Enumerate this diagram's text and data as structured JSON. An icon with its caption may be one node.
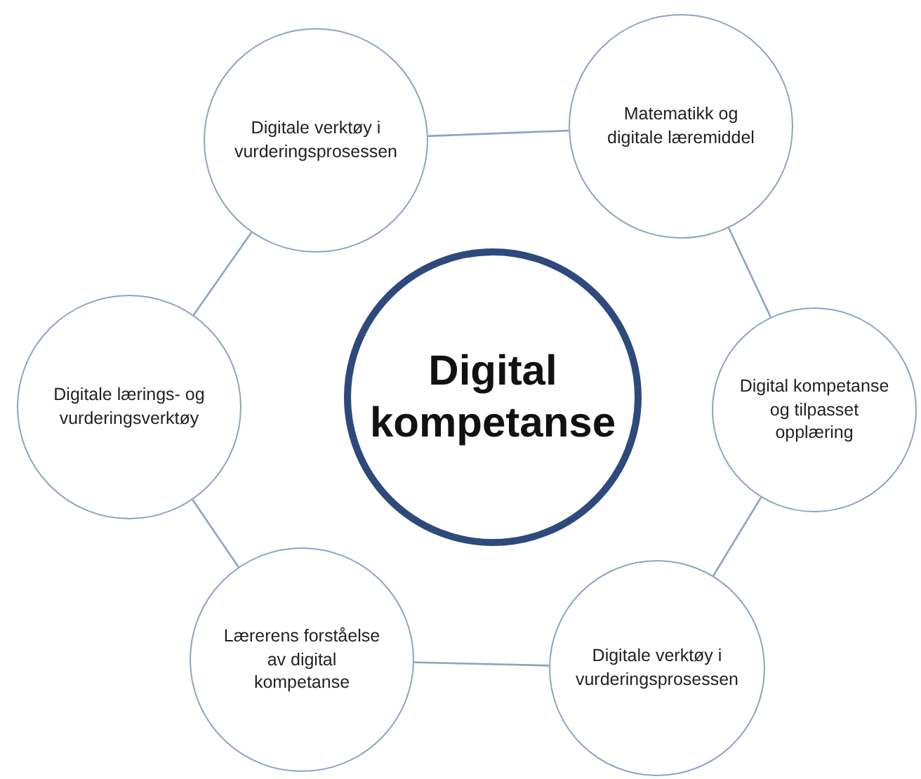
{
  "diagram": {
    "nodes": [
      {
        "text": [
          "Digitale verktøy i vurderingsprosessen"
        ]
      },
      {
        "text": [
          "Matematikk og digitale læremiddel"
        ]
      },
      {
        "text": [
          "Digital kompetanse"
        ]
      },
      {
        "text": [
          "Digitale lærings- og vurderingsverktøy"
        ]
      },
      {
        "text": [
          "Digital kompetanse og tilpasset opplæring"
        ]
      },
      {
        "text": [
          "Lærerens forståelse av digital kompetanse"
        ]
      },
      {
        "text": [
          "Digitale verktøy i vurderingsprosessen"
        ]
      }
    ],
    "edges": [
      {
        "from": 0,
        "to": 1,
        "arrow": "none"
      },
      {
        "from": 1,
        "to": 4,
        "arrow": "none"
      },
      {
        "from": 4,
        "to": 6,
        "arrow": "none"
      },
      {
        "from": 6,
        "to": 5,
        "arrow": "none"
      },
      {
        "from": 5,
        "to": 3,
        "arrow": "none"
      },
      {
        "from": 3,
        "to": 0,
        "arrow": "none"
      }
    ]
  }
}
